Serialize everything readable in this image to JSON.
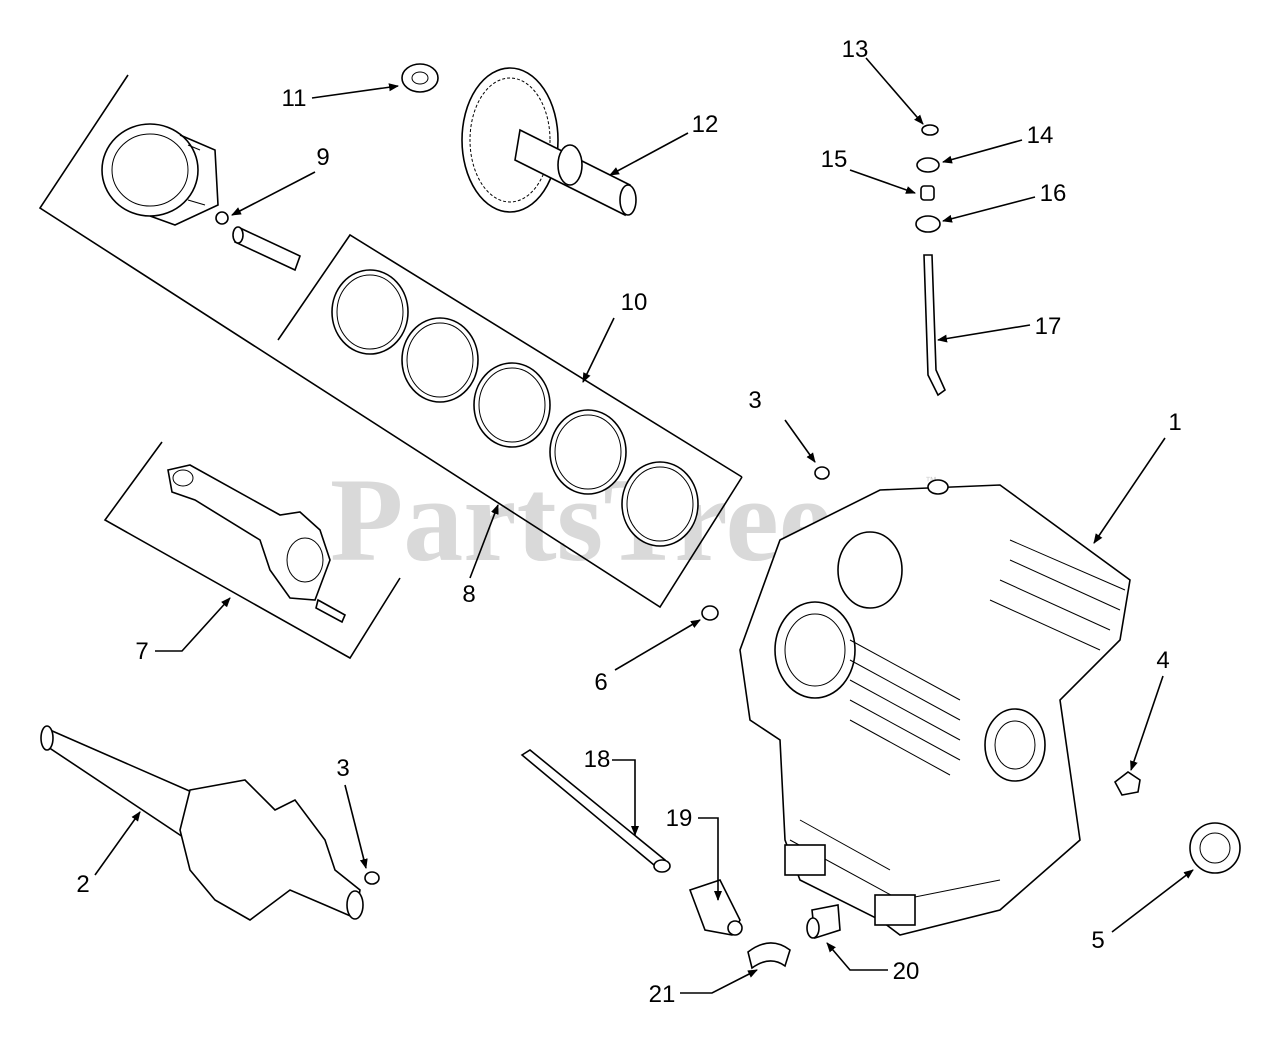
{
  "watermark": {
    "brand": "PartsTree",
    "trademark": "™"
  },
  "callouts": [
    {
      "id": "c1",
      "text": "1"
    },
    {
      "id": "c2",
      "text": "2"
    },
    {
      "id": "c3a",
      "text": "3"
    },
    {
      "id": "c3b",
      "text": "3"
    },
    {
      "id": "c4",
      "text": "4"
    },
    {
      "id": "c5",
      "text": "5"
    },
    {
      "id": "c6",
      "text": "6"
    },
    {
      "id": "c7",
      "text": "7"
    },
    {
      "id": "c8",
      "text": "8"
    },
    {
      "id": "c9",
      "text": "9"
    },
    {
      "id": "c10",
      "text": "10"
    },
    {
      "id": "c11",
      "text": "11"
    },
    {
      "id": "c12",
      "text": "12"
    },
    {
      "id": "c13",
      "text": "13"
    },
    {
      "id": "c14",
      "text": "14"
    },
    {
      "id": "c15",
      "text": "15"
    },
    {
      "id": "c16",
      "text": "16"
    },
    {
      "id": "c17",
      "text": "17"
    },
    {
      "id": "c18",
      "text": "18"
    },
    {
      "id": "c19",
      "text": "19"
    },
    {
      "id": "c20",
      "text": "20"
    },
    {
      "id": "c21",
      "text": "21"
    }
  ]
}
